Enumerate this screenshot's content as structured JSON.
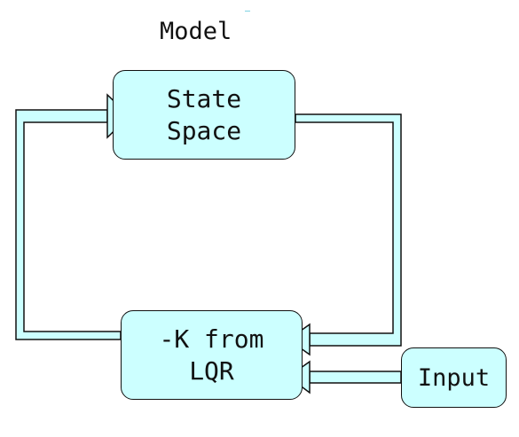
{
  "title": "Model",
  "blocks": {
    "state_space": "State\nSpace",
    "lqr": "-K from\nLQR",
    "input": "Input"
  },
  "colors": {
    "block_fill": "#ccffff",
    "wire_fill": "#ccffff",
    "outline": "#111111"
  }
}
